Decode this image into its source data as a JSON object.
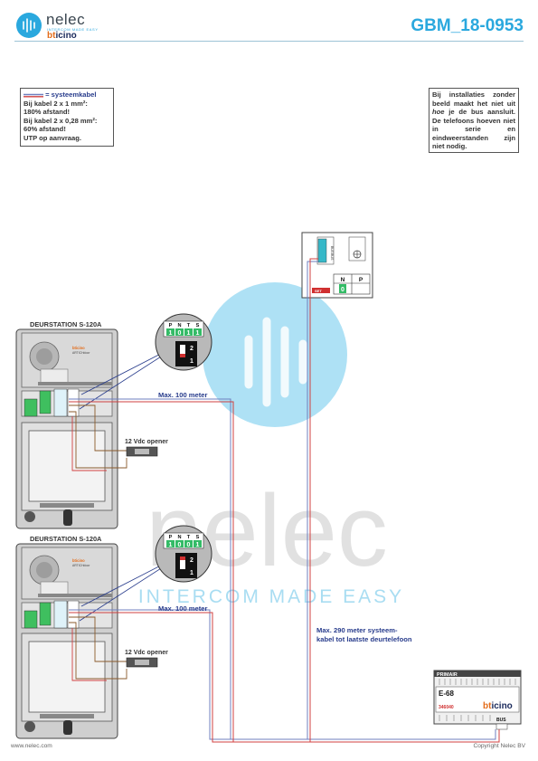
{
  "header": {
    "brand_name": "nelec",
    "brand_tagline": "INTERCOM MADE EASY",
    "brand_partner_a": "bt",
    "brand_partner_b": "icino",
    "document_code": "GBM_18-0953"
  },
  "notes": {
    "left": {
      "legend_label": "= systeemkabel",
      "lines": [
        "Bij kabel 2 x 1 mm²:",
        "180% afstand!",
        "Bij kabel 2 x 0,28 mm²:",
        "60% afstand!",
        "UTP op aanvraag."
      ]
    },
    "right": {
      "text_a": "Bij installaties zonder beeld maakt het niet uit ",
      "text_em": "hoe",
      "text_b": " je de bus aansluit. De telefoons hoeven niet in serie en eindweerstanden zijn niet nodig."
    }
  },
  "door_stations": [
    {
      "title": "DEURSTATION S-120A",
      "module_brand": "bticino",
      "module_model": "ARTICHdoor",
      "opener_label": "12 Vdc opener",
      "switch_headers": [
        "P",
        "N",
        "T",
        "S"
      ],
      "switch_values": [
        "1",
        "0",
        "1",
        "1"
      ],
      "dip_labels": [
        "2",
        "1"
      ]
    },
    {
      "title": "DEURSTATION S-120A",
      "module_brand": "bticino",
      "module_model": "ARTICHdoor",
      "opener_label": "12 Vdc opener",
      "switch_headers": [
        "P",
        "N",
        "T",
        "S"
      ],
      "switch_values": [
        "1",
        "0",
        "0",
        "1"
      ],
      "dip_labels": [
        "2",
        "1"
      ]
    }
  ],
  "handset": {
    "terminal_labels": [
      "BUS",
      "BUS"
    ],
    "jumper_label": "SET",
    "switch_headers": [
      "N",
      "P"
    ],
    "switch_value": "0"
  },
  "distances": {
    "cable_1": "Max. 100 meter",
    "cable_2": "Max. 100 meter",
    "system_line_1": "Max. 290 meter systeem-",
    "system_line_2": "kabel tot laatste deurtelefoon"
  },
  "power_supply": {
    "header": "PRIMAIR",
    "model": "E-68",
    "code": "346040",
    "brand_a": "bt",
    "brand_b": "icino",
    "terminal_label": "BUS"
  },
  "watermark": {
    "word": "nelec",
    "tagline": "INTERCOM MADE EASY"
  },
  "footer": {
    "website": "www.nelec.com",
    "copyright": "Copyright Nelec BV"
  },
  "colors": {
    "accent": "#2aa8de",
    "navy": "#283c8c",
    "system_cable_blue": "#6f7fbf",
    "system_cable_red": "#d04040",
    "wire_brown": "#8a5a2b",
    "terminal_green": "#33bb66"
  }
}
